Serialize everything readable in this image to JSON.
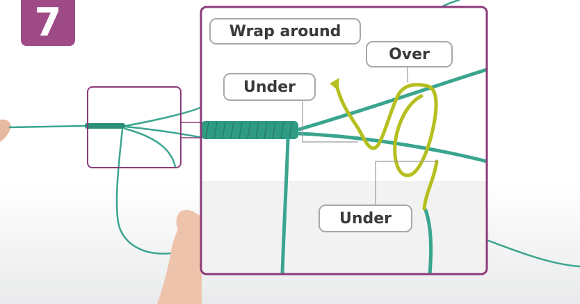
{
  "step": {
    "number": "7",
    "color": "#9e4a86"
  },
  "labels": {
    "wrap_around": "Wrap around",
    "over": "Over",
    "under_top": "Under",
    "under_bottom": "Under"
  },
  "colors": {
    "cord": "#3aa58f",
    "guide": "#b5bf1f",
    "frame": "#8c3a79",
    "label_border": "#a8a8a8"
  },
  "icons": [
    "hand",
    "arrow-up-left"
  ]
}
